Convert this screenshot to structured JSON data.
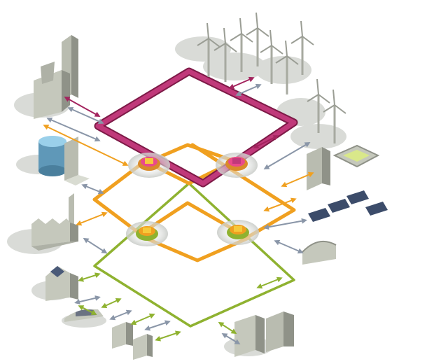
{
  "diagram": {
    "kind": "isometric energy grid illustration",
    "colors": {
      "transmission_ring": "#a3245e",
      "distribution_ring": "#f0a020",
      "local_ring": "#8fb230",
      "consumer_link": "#8a96a8",
      "building": "#b9bcb0",
      "building_dark": "#8f9288",
      "shadow": "#d4d6d2",
      "substation_core": "#e94a8a",
      "substation_core_alt": "#f6c93a"
    },
    "rings": [
      {
        "name": "transmission",
        "color": "transmission_ring"
      },
      {
        "name": "distribution",
        "color": "distribution_ring"
      },
      {
        "name": "local",
        "color": "local_ring"
      }
    ],
    "icons": [
      "wind-turbine-icon",
      "power-plant-icon",
      "storage-tank-icon",
      "factory-icon",
      "stadium-icon",
      "solar-panel-icon",
      "office-building-icon",
      "house-icon",
      "car-icon",
      "hangar-icon",
      "bidirectional-arrow-icon"
    ]
  }
}
